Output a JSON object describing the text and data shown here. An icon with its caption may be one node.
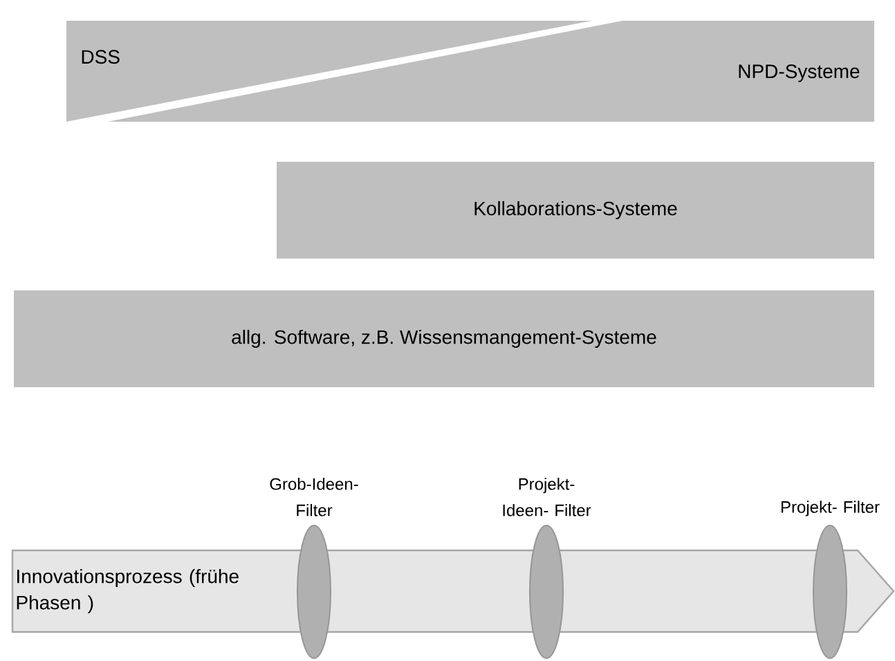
{
  "diagram": {
    "nodes": [
      {
        "text": [
          "DSS"
        ]
      },
      {
        "text": [
          "NPD-Systeme"
        ]
      },
      {
        "text": [
          "Kollaborations-Systeme"
        ]
      },
      {
        "text": [
          "allg. Software, z.B. Wissensmangement-Systeme"
        ]
      },
      {
        "text": [
          "Innovationsprozess (frühe Phasen )"
        ]
      },
      {
        "text": [
          "Grob-Ideen- Filter"
        ]
      },
      {
        "text": [
          "Projekt-Ideen- Filter"
        ]
      },
      {
        "text": [
          "Projekt- Filter"
        ]
      }
    ]
  }
}
